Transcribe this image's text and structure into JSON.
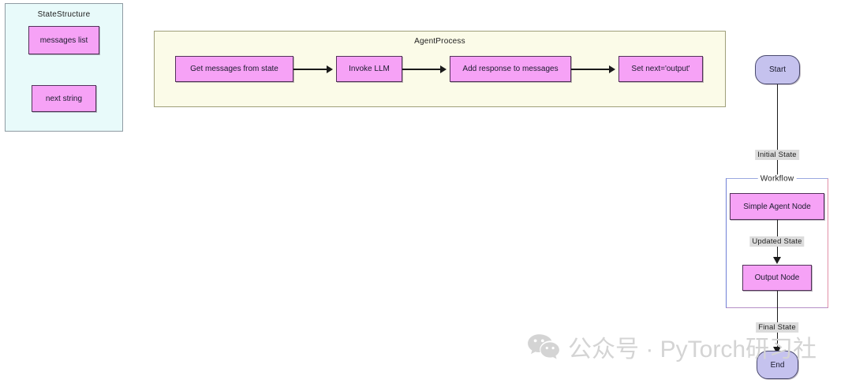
{
  "diagram": {
    "type": "flowchart",
    "subgraphs": [
      {
        "id": "state-structure",
        "title": "StateStructure"
      },
      {
        "id": "agent-process",
        "title": "AgentProcess"
      },
      {
        "id": "workflow",
        "title": "Workflow"
      }
    ],
    "state_structure": {
      "title": "StateStructure",
      "fields": [
        {
          "label": "messages list"
        },
        {
          "label": "next string"
        }
      ]
    },
    "agent_process": {
      "title": "AgentProcess",
      "steps": [
        {
          "label": "Get messages from state"
        },
        {
          "label": "Invoke LLM"
        },
        {
          "label": "Add response to messages"
        },
        {
          "label": "Set next='output'"
        }
      ]
    },
    "workflow": {
      "title": "Workflow",
      "nodes": [
        {
          "label": "Start",
          "shape": "stadium"
        },
        {
          "label": "Simple Agent Node",
          "shape": "rect"
        },
        {
          "label": "Output Node",
          "shape": "rect"
        },
        {
          "label": "End",
          "shape": "stadium"
        }
      ],
      "edge_labels": [
        {
          "label": "Initial State"
        },
        {
          "label": "Updated State"
        },
        {
          "label": "Final State"
        }
      ]
    },
    "colors": {
      "node_fill_pink": "#f6a2f6",
      "node_stroke_pink": "#53325a",
      "node_fill_purple": "#c5c2ee",
      "node_stroke_purple": "#4a4a6e",
      "state_structure_bg": "#e8fafa",
      "agent_process_bg": "#fbfbe8",
      "edge_color": "#1a1a1a",
      "edge_label_bg": "#dcdcdc",
      "workflow_border_left": "#6f7fd6",
      "workflow_border_right": "#e18fa8",
      "watermark_color": "#d4d4d4"
    }
  },
  "watermark": {
    "icon": "wechat-icon",
    "text": "公众号 · PyTorch研习社"
  }
}
